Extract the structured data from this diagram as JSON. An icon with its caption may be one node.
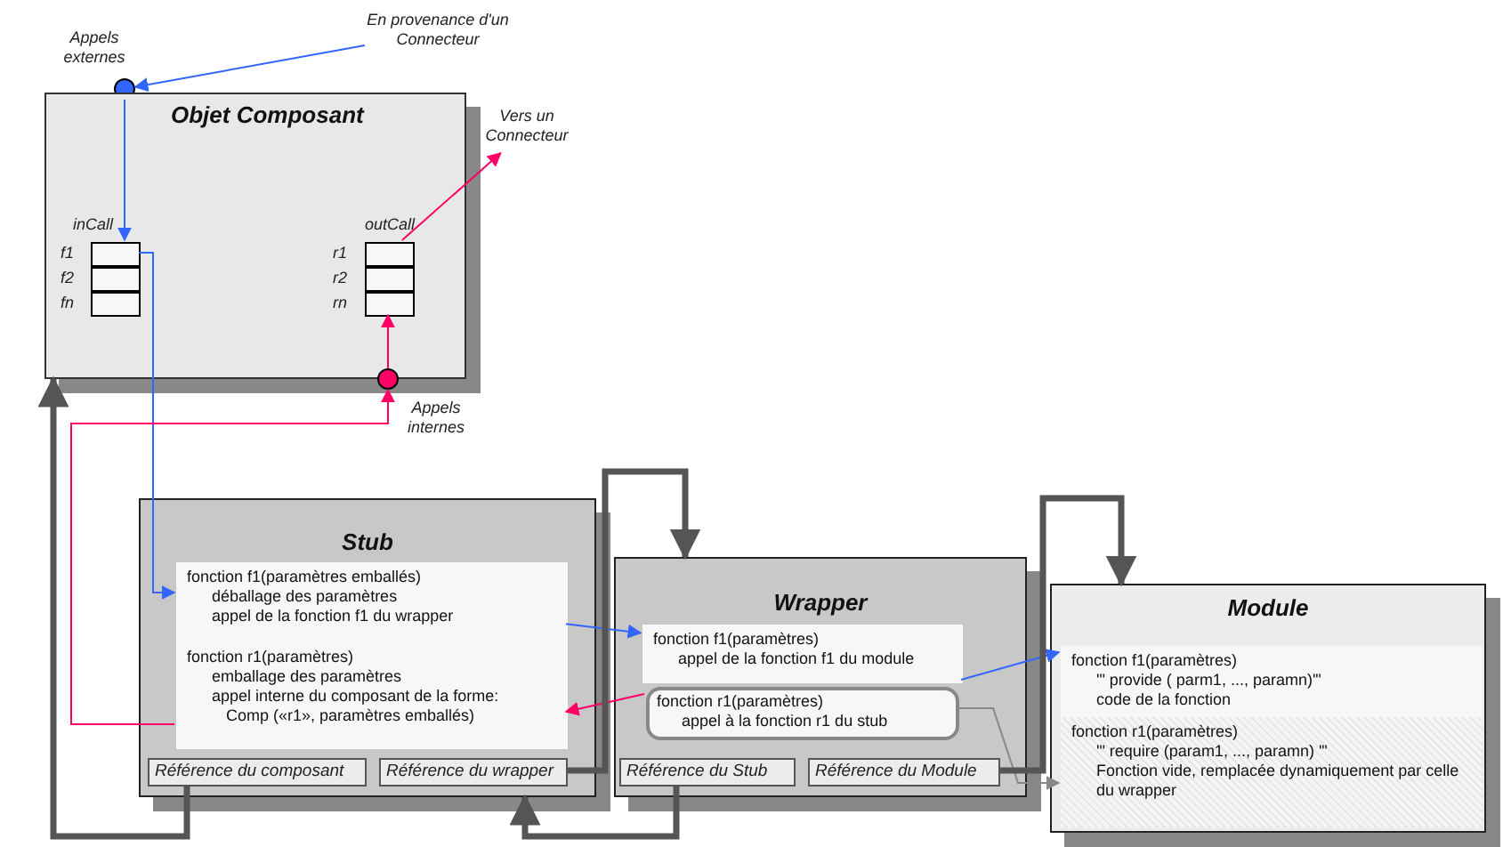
{
  "diagram": {
    "nodes": [
      {
        "text": [
          "En provenance d'un Connecteur"
        ]
      },
      {
        "text": [],
        "shape": "circle",
        "beside": [
          "Appels externes"
        ]
      },
      {
        "text": [
          "Objet Composant"
        ]
      },
      {
        "text": [],
        "shape": "box",
        "in": 2,
        "beside": [
          "f1"
        ]
      },
      {
        "text": [],
        "shape": "box",
        "in": 2,
        "beside": [
          "f2"
        ]
      },
      {
        "text": [],
        "shape": "box",
        "in": 2,
        "beside": [
          "fn"
        ]
      },
      {
        "text": [],
        "shape": "box",
        "in": 2,
        "beside": [
          "r1"
        ]
      },
      {
        "text": [],
        "shape": "box",
        "in": 2,
        "beside": [
          "r2"
        ]
      },
      {
        "text": [],
        "shape": "box",
        "in": 2,
        "beside": [
          "rn"
        ]
      },
      {
        "text": [],
        "shape": "circle",
        "beside": [
          "Appels internes"
        ]
      },
      {
        "text": [
          "Vers un Connecteur"
        ]
      },
      {
        "text": [
          "Stub"
        ]
      },
      {
        "text": [
          "fonction f1(paramètres emballés)",
          "déballage des paramètres",
          "appel de la fonction f1 du wrapper"
        ],
        "in": 11
      },
      {
        "text": [
          "fonction r1(paramètres)",
          "emballage des paramètres",
          "appel interne du composant de la forme:",
          "Comp («r1», paramètres emballés)"
        ],
        "in": 11
      },
      {
        "text": [
          "Référence du composant"
        ],
        "in": 11
      },
      {
        "text": [
          "Référence du wrapper"
        ],
        "in": 11
      },
      {
        "text": [
          "Wrapper"
        ]
      },
      {
        "text": [
          "fonction f1(paramètres)",
          "appel de la fonction f1 du module"
        ],
        "in": 16
      },
      {
        "text": [
          "fonction r1(paramètres)",
          "appel à la fonction r1 du stub"
        ],
        "in": 16
      },
      {
        "text": [
          "Référence du Stub"
        ],
        "in": 16
      },
      {
        "text": [
          "Référence du Module"
        ],
        "in": 16
      },
      {
        "text": [
          "Module"
        ]
      },
      {
        "text": [
          "fonction f1(paramètres)",
          "'\" provide ( parm1, ..., paramn)'\"",
          "code de la fonction"
        ],
        "in": 21
      },
      {
        "text": [
          "fonction r1(paramètres)",
          "'\" require (param1, ..., paramn) '\"",
          "Fonction vide, remplacée dynamiquement par celle du wrapper"
        ],
        "in": 21
      }
    ],
    "edges": [
      {
        "from": 0,
        "to": 1,
        "arrow": "to",
        "color": "#3366ff"
      },
      {
        "from": 1,
        "to": 3,
        "arrow": "to",
        "color": "#3366ff"
      },
      {
        "from": 3,
        "to": 12,
        "arrow": "to",
        "color": "#3366ff"
      },
      {
        "from": 12,
        "to": 17,
        "arrow": "to",
        "color": "#3366ff"
      },
      {
        "from": 17,
        "to": 22,
        "arrow": "to",
        "color": "#3366ff"
      },
      {
        "from": 6,
        "to": 10,
        "arrow": "to",
        "color": "#ff0066"
      },
      {
        "from": 9,
        "to": 8,
        "arrow": "to",
        "color": "#ff0066"
      },
      {
        "from": 13,
        "to": 9,
        "arrow": "to",
        "color": "#ff0066"
      },
      {
        "from": 18,
        "to": 13,
        "arrow": "to",
        "color": "#ff0066"
      },
      {
        "from": 18,
        "to": 23,
        "arrow": "to",
        "color": "#888888"
      },
      {
        "from": 14,
        "to": 2,
        "arrow": "to",
        "style": "thick",
        "color": "#555555"
      },
      {
        "from": 15,
        "to": 16,
        "arrow": "to",
        "style": "thick",
        "color": "#555555"
      },
      {
        "from": 19,
        "to": 11,
        "arrow": "to",
        "style": "thick",
        "color": "#555555"
      },
      {
        "from": 20,
        "to": 21,
        "arrow": "to",
        "style": "thick",
        "color": "#555555"
      }
    ],
    "labels": [
      "inCall",
      "outCall"
    ]
  }
}
